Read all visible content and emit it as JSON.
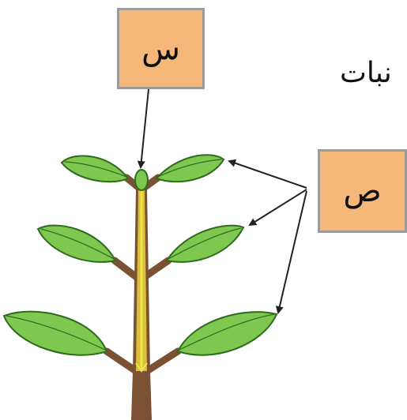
{
  "labels": {
    "top_box": "س",
    "right_box": "ص"
  },
  "side_text": "نبات",
  "colors": {
    "box_fill": "#f6b87a",
    "box_border": "#9b9b9b",
    "leaf": "#7ec850",
    "leaf_outline": "#2e6b1f",
    "stem": "#7a5233",
    "stem_core": "#e5d43a",
    "arrow": "#222222"
  }
}
